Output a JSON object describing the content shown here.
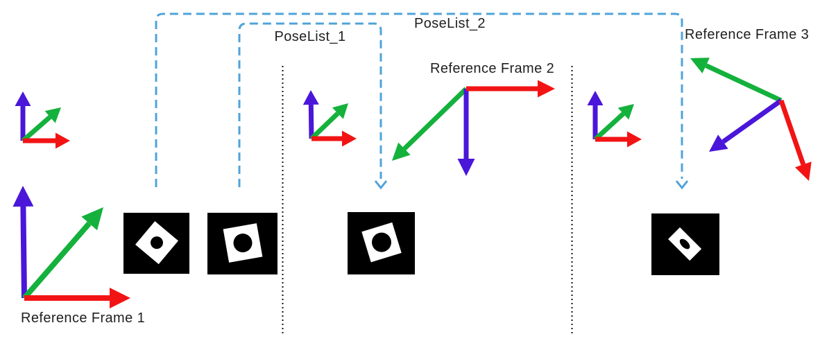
{
  "diagram": {
    "title": "Pose lists and reference frames diagram",
    "labels": {
      "reference_frame_1": "Reference Frame 1",
      "reference_frame_2": "Reference Frame 2",
      "reference_frame_3": "Reference Frame 3",
      "poselist_1": "PoseList_1",
      "poselist_2": "PoseList_2"
    },
    "colors": {
      "x_axis": "#f21414",
      "y_axis": "#14b13c",
      "z_axis": "#4a16d9",
      "poselist_outline": "#4fa3da",
      "guide_line": "#111111",
      "marker_bg": "#000000",
      "marker_fg": "#ffffff",
      "text": "#1f1f1f",
      "background": "#ffffff"
    },
    "frames": [
      {
        "name": "pose-frame-1",
        "axes": [
          "x-red-arrow",
          "y-green-arrow",
          "z-blue-arrow"
        ]
      },
      {
        "name": "reference-frame-1",
        "label": "Reference Frame 1",
        "axes": [
          "x-red-arrow",
          "y-green-arrow",
          "z-blue-arrow"
        ]
      },
      {
        "name": "pose-frame-2",
        "axes": [
          "x-red-arrow",
          "y-green-arrow",
          "z-blue-arrow"
        ]
      },
      {
        "name": "reference-frame-2",
        "label": "Reference Frame 2",
        "axes": [
          "x-red-arrow",
          "y-green-arrow",
          "z-blue-arrow"
        ]
      },
      {
        "name": "pose-frame-3",
        "axes": [
          "x-red-arrow",
          "y-green-arrow",
          "z-blue-arrow"
        ]
      },
      {
        "name": "reference-frame-3",
        "label": "Reference Frame 3",
        "axes": [
          "x-red-arrow",
          "y-green-arrow",
          "z-blue-arrow"
        ]
      }
    ],
    "groups": [
      {
        "name": "poselist-1",
        "label": "PoseList_1",
        "style": "dashed-rounded-box-with-down-arrow"
      },
      {
        "name": "poselist-2",
        "label": "PoseList_2",
        "style": "dashed-rounded-box-with-down-arrow"
      }
    ],
    "markers": [
      {
        "name": "fiducial-marker-1",
        "shape": "rotated-white-square-with-black-circle"
      },
      {
        "name": "fiducial-marker-2",
        "shape": "rotated-white-square-with-black-circle"
      },
      {
        "name": "fiducial-marker-3",
        "shape": "rotated-white-square-with-black-circle"
      },
      {
        "name": "fiducial-marker-4",
        "shape": "rotated-white-rectangle-with-black-ellipse"
      }
    ]
  }
}
